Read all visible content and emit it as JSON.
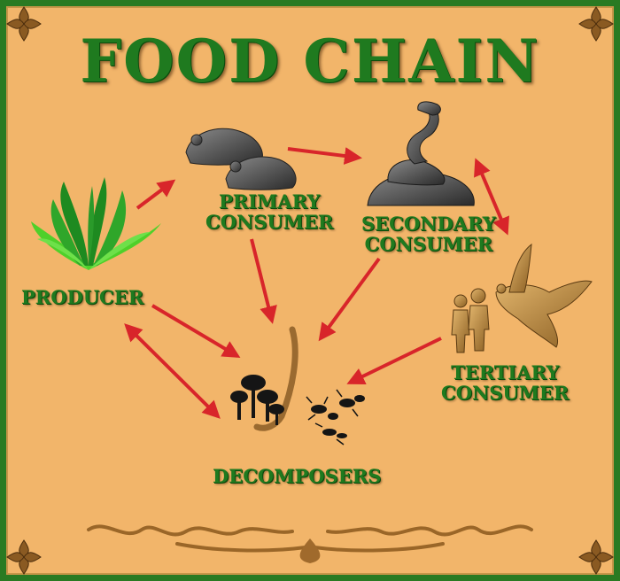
{
  "title": "FOOD CHAIN",
  "labels": {
    "producer": "PRODUCER",
    "primary_line1": "PRIMARY",
    "primary_line2": "CONSUMER",
    "secondary_line1": "SECONDARY",
    "secondary_line2": "CONSUMER",
    "tertiary_line1": "TERTIARY",
    "tertiary_line2": "CONSUMER",
    "decomposers": "DECOMPOSERS"
  },
  "icons": {
    "producer": "plant-icon",
    "primary": "rats-icon",
    "secondary": "snake-icon",
    "tertiary_a": "humans-icon",
    "tertiary_b": "bird-icon",
    "decomposers": "mushrooms-worm-ants-icon"
  },
  "colors": {
    "background": "#f2b56a",
    "border": "#2a7a22",
    "title": "#1f7a1f",
    "arrow": "#d8252a",
    "ornament": "#9a6628"
  }
}
